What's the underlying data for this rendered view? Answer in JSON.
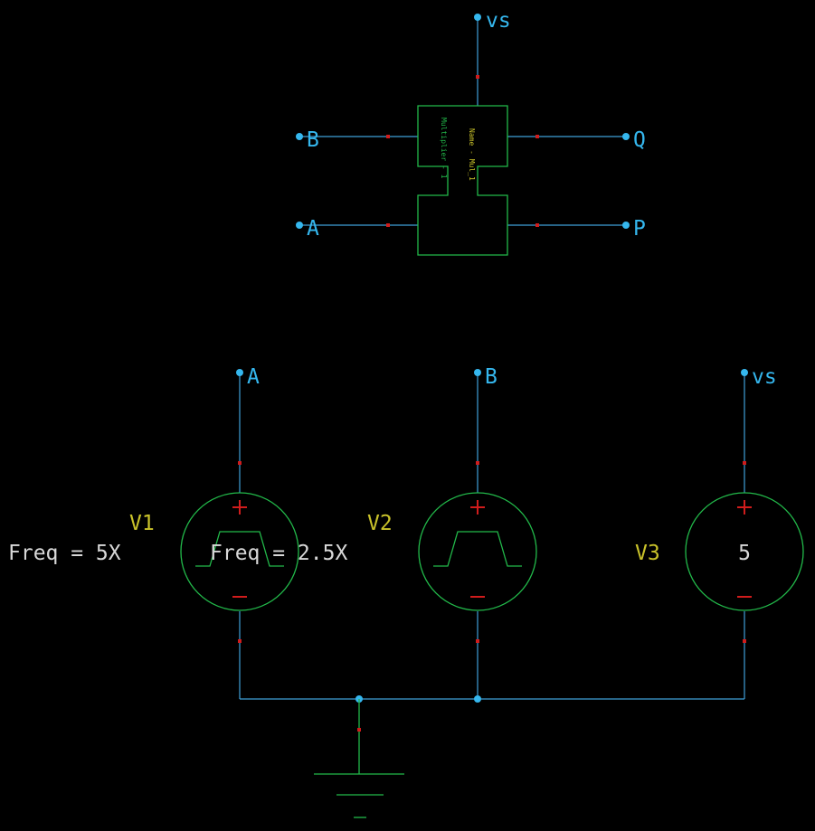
{
  "net_labels": {
    "top_vs": "vs",
    "top_b": "B",
    "top_a": "A",
    "top_q": "Q",
    "top_p": "P",
    "src_a": "A",
    "src_b": "B",
    "src_vs": "vs"
  },
  "block": {
    "model_text": "Multiplier - 1",
    "name_text": "Name - Mul_1"
  },
  "sources": [
    {
      "name": "V1",
      "param": "Freq = 5X",
      "type": "pulse"
    },
    {
      "name": "V2",
      "param": "Freq = 2.5X",
      "type": "pulse"
    },
    {
      "name": "V3",
      "value": "5",
      "type": "dc"
    }
  ],
  "colors": {
    "wire": "#3f9fd8",
    "component": "#22b94a",
    "pin": "#d01c1c",
    "net_label": "#35b7ee",
    "component_name": "#c9c22a",
    "parameter": "#d8d8d8",
    "background": "#000000"
  }
}
